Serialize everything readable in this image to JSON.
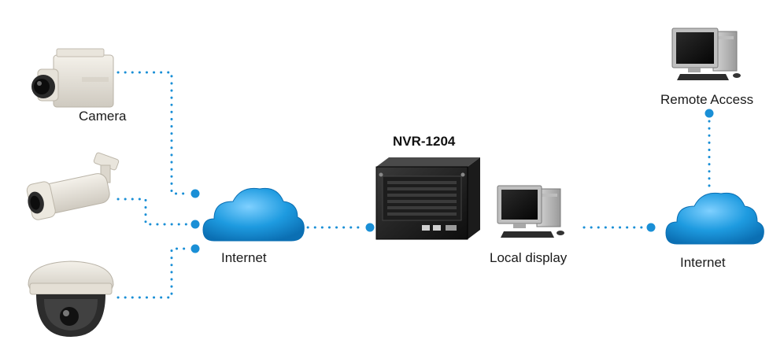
{
  "labels": {
    "camera": "Camera",
    "internet_left": "Internet",
    "nvr_title": "NVR-1204",
    "local_display": "Local display",
    "internet_right": "Internet",
    "remote_access": "Remote Access"
  },
  "colors": {
    "link": "#1a8fd6",
    "cloud": "#1e9be0",
    "cloud_dark": "#0b6fb3"
  },
  "icons": [
    "box-camera-icon",
    "bullet-camera-icon",
    "dome-camera-icon",
    "cloud-icon",
    "nvr-device-icon",
    "desktop-computer-icon"
  ]
}
